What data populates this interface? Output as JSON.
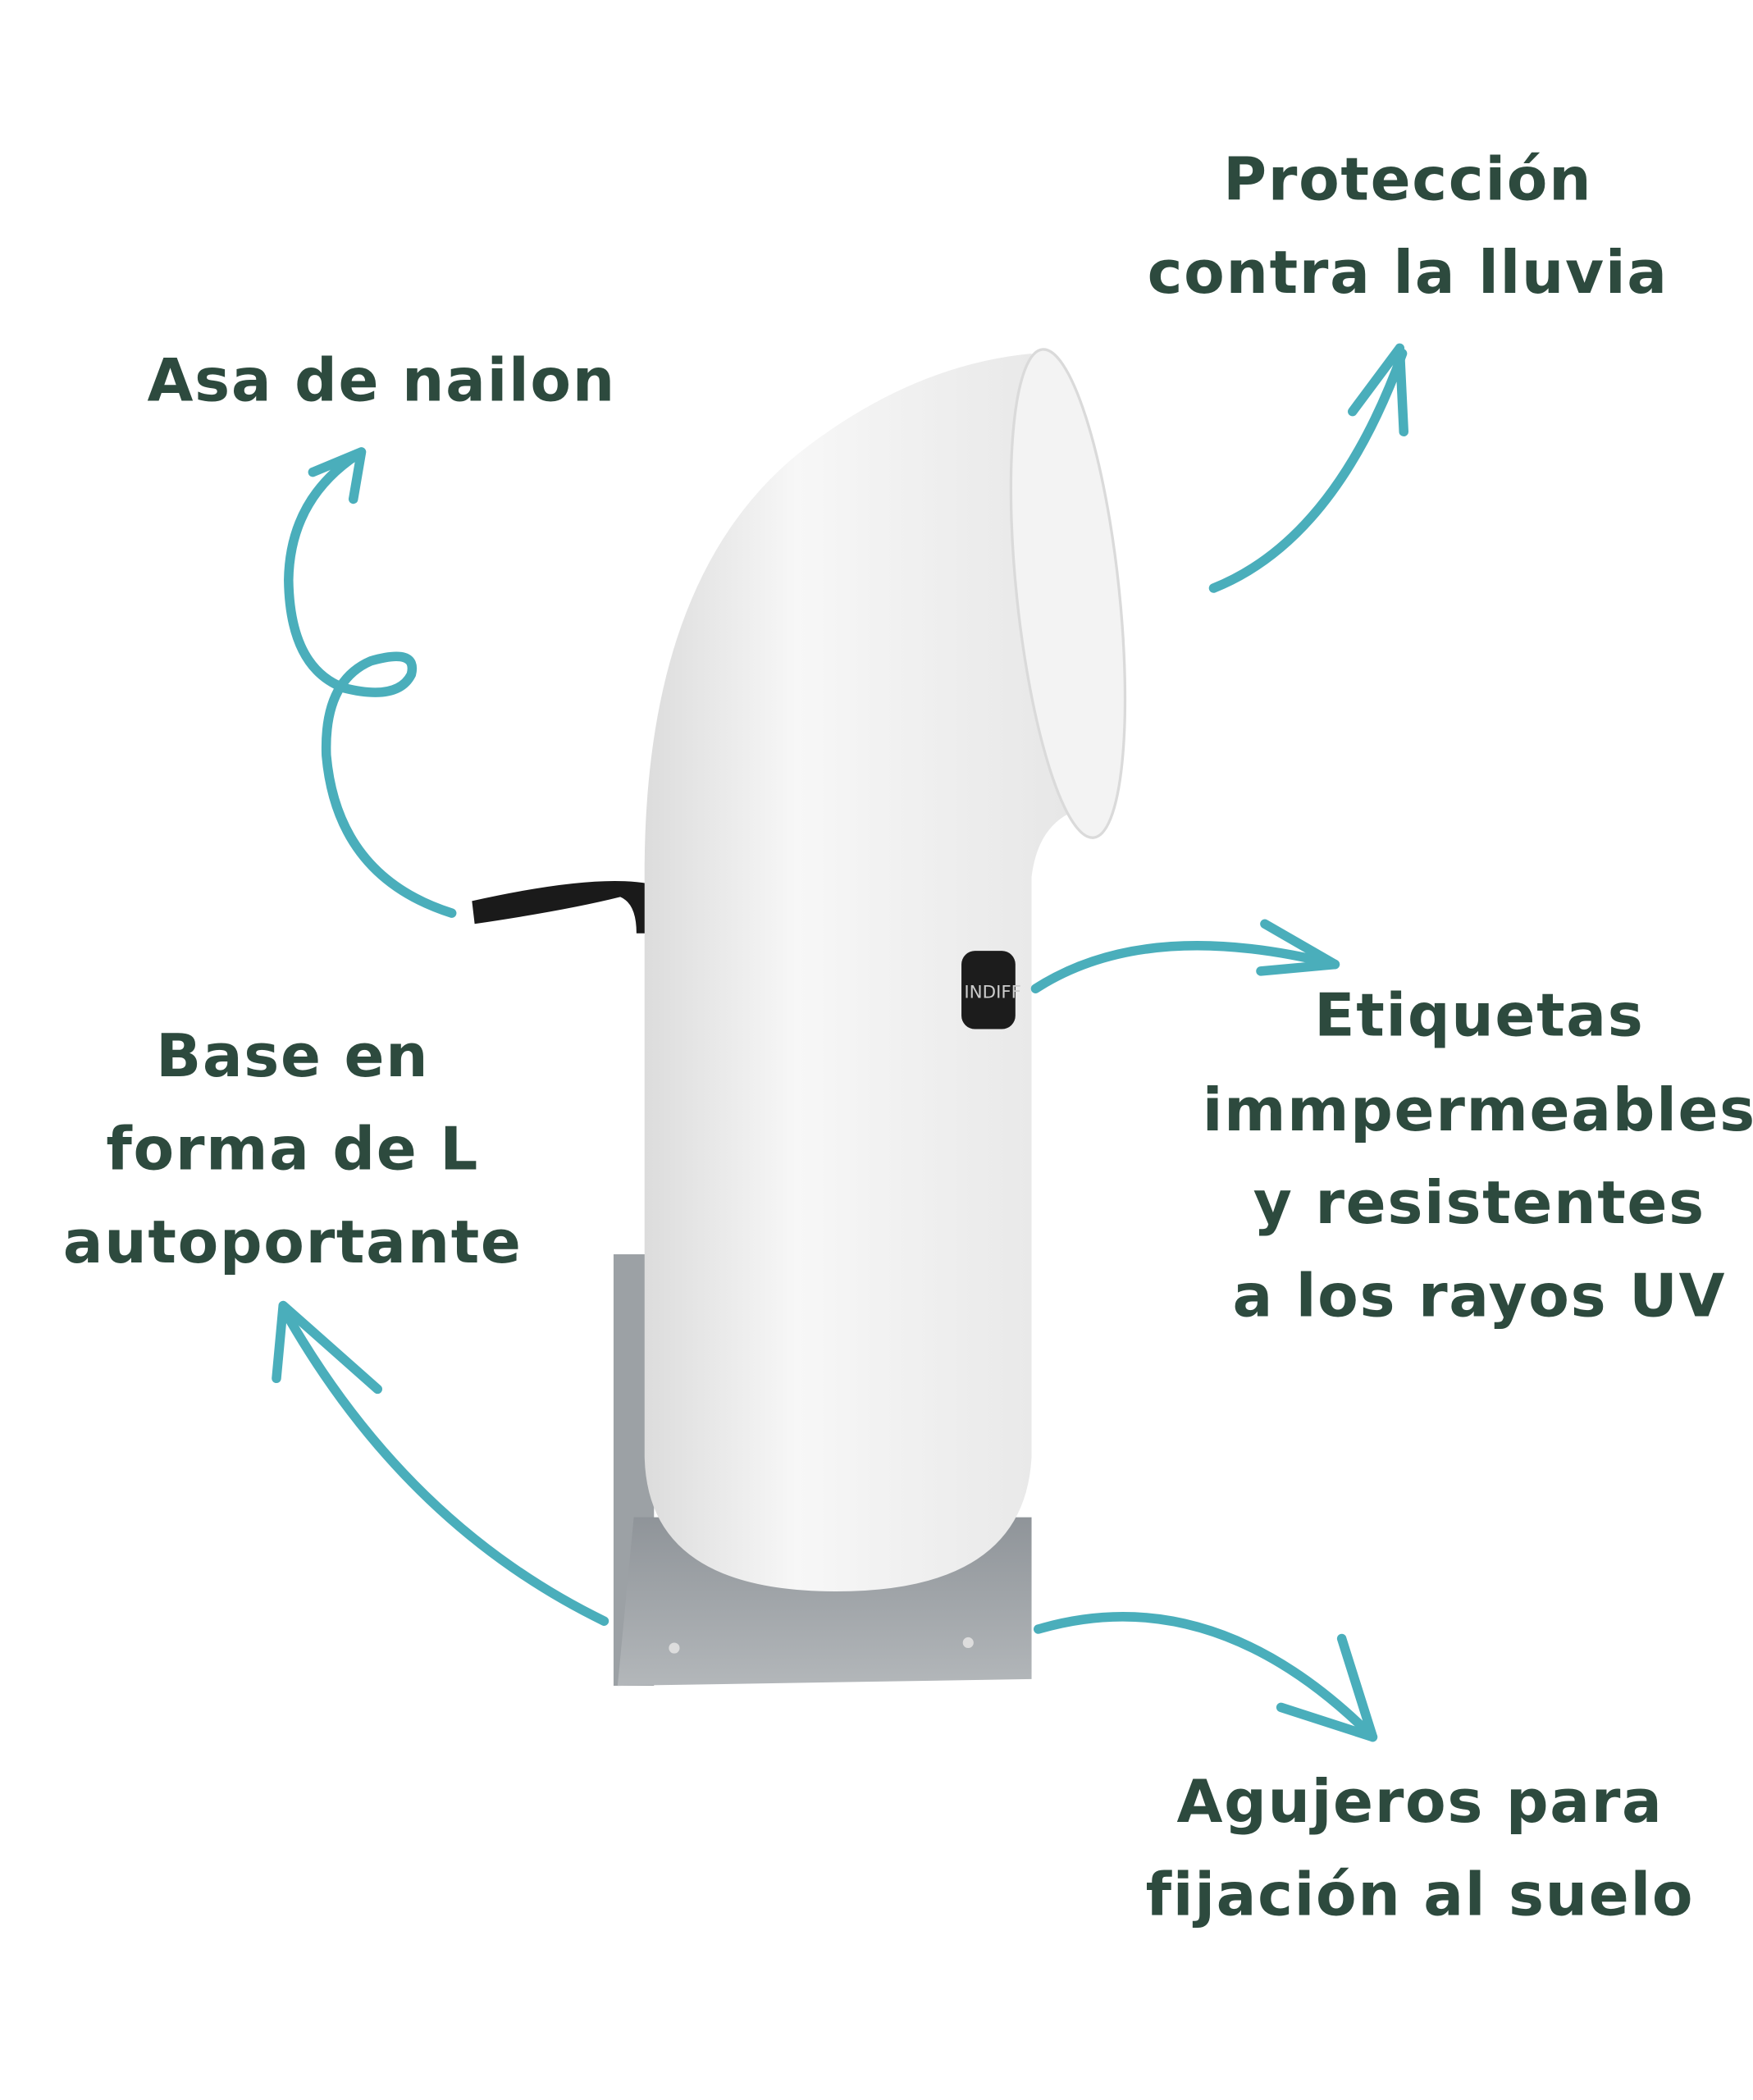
{
  "labels": {
    "rain": [
      "Protección",
      "contra la lluvia"
    ],
    "handle": [
      "Asa de nailon"
    ],
    "base": [
      "Base en",
      "forma de L",
      "autoportante"
    ],
    "stickers": [
      "Etiquetas",
      "immpermeables",
      "y resistentes",
      "a los rayos UV"
    ],
    "holes": [
      "Agujeros para",
      "fijación al suelo"
    ]
  },
  "product_label_text": "INDIFF",
  "colors": {
    "text": "#2d4a3e",
    "arrow": "#4aaebb",
    "product": "#f2f2f2",
    "base": "#a9adb0",
    "strap": "#1a1a1a"
  }
}
